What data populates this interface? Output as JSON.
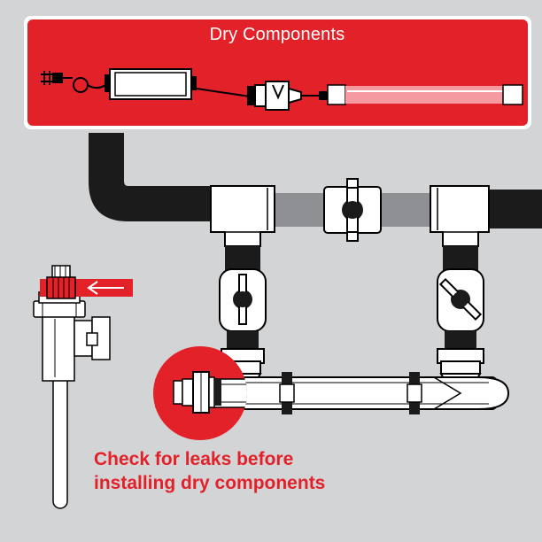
{
  "header": {
    "title": "Dry Components"
  },
  "caption": {
    "line1": "Check for leaks before",
    "line2": "installing dry components"
  },
  "colors": {
    "background": "#d3d4d6",
    "accent_red": "#e32129",
    "pipe_black": "#1b1b1b",
    "pipe_gray": "#8f9093",
    "fitting_white": "#ffffff"
  },
  "icons": {
    "flow_arrow": "left-arrow-icon",
    "valve": "ball-valve-icon",
    "plug": "plug-icon"
  }
}
